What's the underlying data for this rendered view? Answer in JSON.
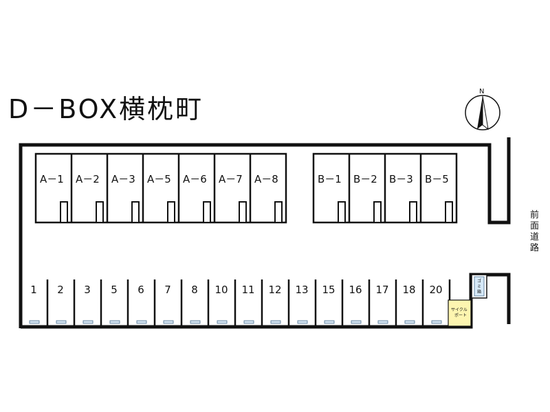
{
  "title": "D－BOX横枕町",
  "north_label": "N",
  "road_label": [
    "前",
    "面",
    "道",
    "路"
  ],
  "garbage_label": [
    "ゴ",
    "ミ",
    "箱"
  ],
  "cycle_port_label": [
    "サイクル",
    "ポート"
  ],
  "row_a_units": [
    "A－1",
    "A－2",
    "A－3",
    "A－5",
    "A－6",
    "A－7",
    "A－8"
  ],
  "row_b_units": [
    "B－1",
    "B－2",
    "B－3",
    "B－5"
  ],
  "parking_spaces": [
    "1",
    "2",
    "3",
    "5",
    "6",
    "7",
    "8",
    "10",
    "11",
    "12",
    "13",
    "15",
    "16",
    "17",
    "18",
    "20"
  ],
  "colors": {
    "outline": "#111111",
    "stopper_fill": "#d4e4f1",
    "stopper_stroke": "#4a6f8f",
    "cycle_port_fill": "#fdf5b0",
    "garbage_fill": "#d6e9f8"
  }
}
